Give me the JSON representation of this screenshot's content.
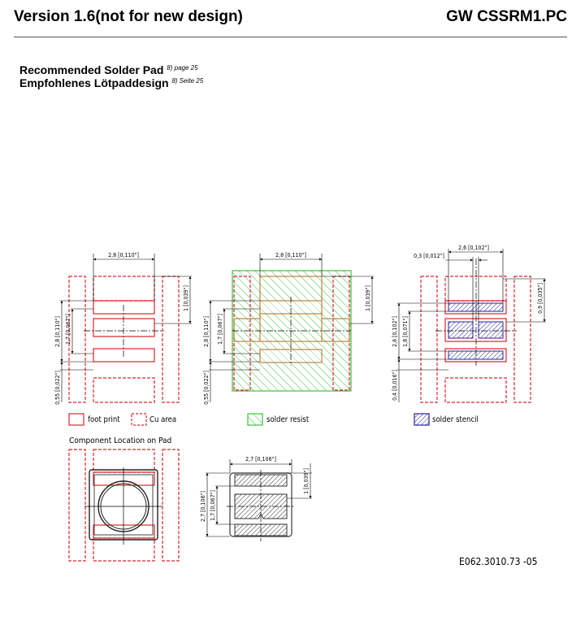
{
  "header": {
    "version": "Version 1.6(not for new design)",
    "part_number": "GW CSSRM1.PC"
  },
  "subtitle": {
    "en_title": "Recommended Solder Pad",
    "en_note": "8) page 25",
    "de_title": "Empfohlenes Lötpaddesign",
    "de_note": "8) Seite 25"
  },
  "drawing": {
    "footprint": {
      "width": "2,8 [0,110\"]",
      "height": "2,8 [0,110\"]",
      "inner": "1,7 [0,067\"]",
      "pad_height": "1 [0,039\"]",
      "gap": "0,55 [0,022\"]"
    },
    "resist": {
      "width": "2,8 [0,110\"]",
      "height": "2,8 [0,110\"]",
      "inner": "1,7 [0,067\"]",
      "pad_height": "1 [0,039\"]",
      "gap": "0,55 [0,022\"]"
    },
    "stencil": {
      "width": "2,6 [0,102\"]",
      "slot": "0,3 [0,012\"]",
      "height": "2,6 [0,102\"]",
      "inner": "1,8 [0,071\"]",
      "gap": "0,4 [0,016\"]",
      "pad_height": "0,9 [0,035\"]"
    },
    "package": {
      "width": "2,7 [0,106\"]",
      "height": "2,7 [0,106\"]",
      "inner": "1,7 [0,067\"]",
      "pad_height": "1 [0,039\"]"
    }
  },
  "legend": {
    "footprint": "foot print",
    "cu_area": "Cu area",
    "solder_resist": "solder resist",
    "solder_stencil": "solder stencil"
  },
  "component_caption": "Component Location on Pad",
  "doc_number": "E062.3010.73 -05",
  "colors": {
    "footprint": "#d9262b",
    "resist": "#3cc23c",
    "stencil": "#22229a",
    "pad_outline": "#b06a1a",
    "package": "#555555"
  }
}
